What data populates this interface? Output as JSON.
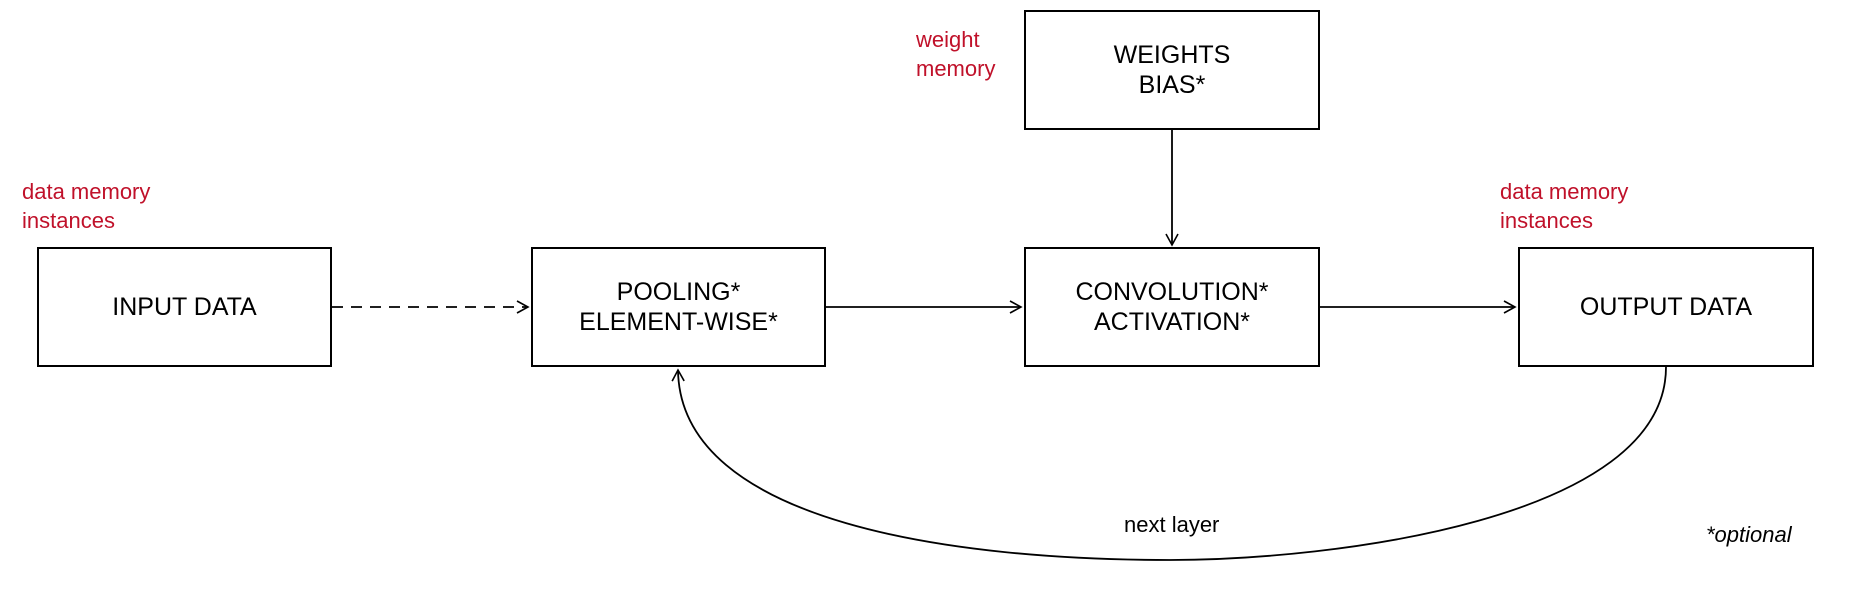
{
  "boxes": {
    "input": {
      "lines": [
        "INPUT DATA"
      ]
    },
    "pooling": {
      "lines": [
        "POOLING*",
        "ELEMENT-WISE*"
      ]
    },
    "convolution": {
      "lines": [
        "CONVOLUTION*",
        "ACTIVATION*"
      ]
    },
    "output": {
      "lines": [
        "OUTPUT DATA"
      ]
    },
    "weights": {
      "lines": [
        "WEIGHTS",
        "BIAS*"
      ]
    }
  },
  "notes": {
    "data_memory_left": [
      "data memory",
      "instances"
    ],
    "weight_memory": [
      "weight",
      "memory"
    ],
    "data_memory_right": [
      "data memory",
      "instances"
    ]
  },
  "labels": {
    "next_layer": "next layer",
    "optional": "*optional"
  },
  "colors": {
    "annotation": "#c0112a",
    "line": "#000000"
  }
}
